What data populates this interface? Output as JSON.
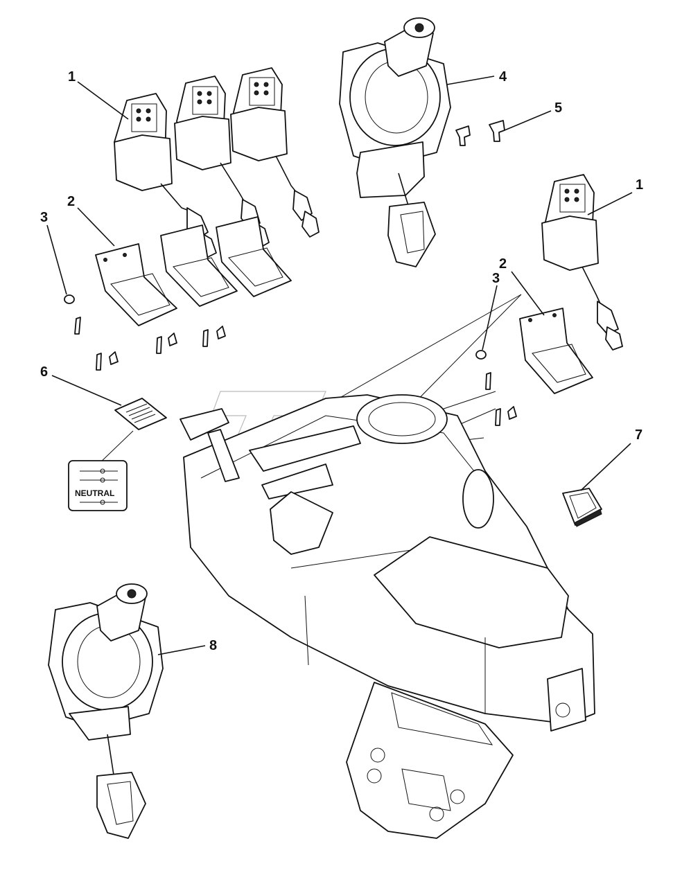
{
  "callouts": {
    "c1a": "1",
    "c1b": "1",
    "c2a": "2",
    "c2b": "2",
    "c3a": "3",
    "c3b": "3",
    "c4": "4",
    "c5": "5",
    "c6": "6",
    "c7": "7",
    "c8": "8"
  },
  "decal": {
    "text": "NEUTRAL"
  },
  "colors": {
    "line": "#111111",
    "background": "#ffffff",
    "watermark": "#bbbbbb"
  }
}
